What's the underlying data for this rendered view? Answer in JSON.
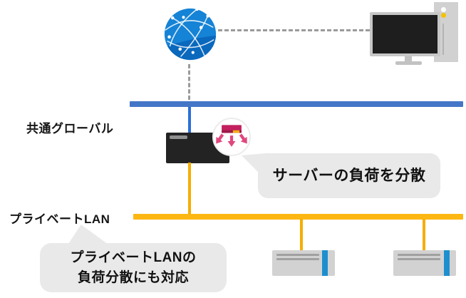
{
  "labels": {
    "global_network": "共通グローバル",
    "private_lan": "プライベートLAN"
  },
  "callouts": {
    "server_load": "サーバーの負荷を分散",
    "private_lan_load_line1": "プライベートLANの",
    "private_lan_load_line2": "負荷分散にも対応"
  },
  "icons": [
    "internet-globe-icon",
    "client-computer-icon",
    "load-balancer-device",
    "load-balancing-badge-icon",
    "server-icon",
    "server-icon"
  ],
  "colors": {
    "global_bar": "#4476c8",
    "global_link": "#2e6fd9",
    "lan_bar": "#fdb713",
    "lan_link": "#f6ad00",
    "globe_top": "#1583d6",
    "globe_bottom": "#0a68bd",
    "bubble_bg": "#e9e9e9",
    "device_black": "#232323",
    "server_gray": "#d2d2d2",
    "server_stripe_blue": "#1e8fce",
    "badge_crimson": "#c2205f",
    "badge_crimson_dark": "#9c1848",
    "badge_pink": "#e0477f",
    "badge_yellow": "#f3ae14",
    "led_yellow": "#f3c200"
  }
}
